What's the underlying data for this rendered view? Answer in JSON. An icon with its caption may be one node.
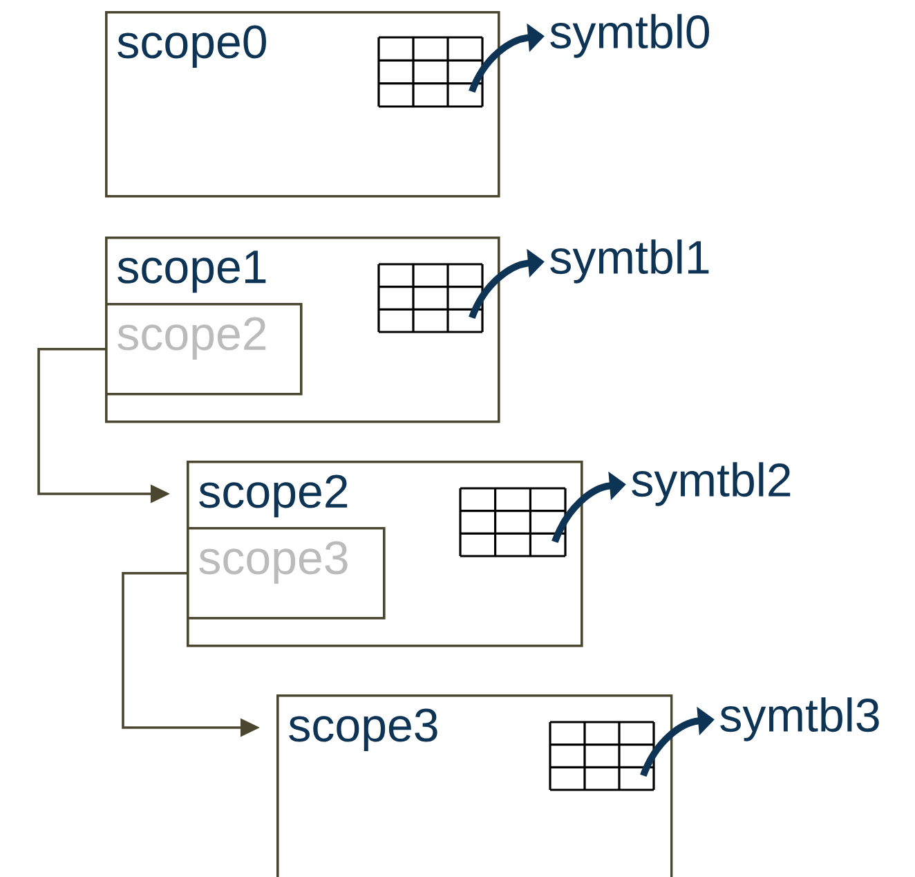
{
  "diagram": {
    "nodes": [
      {
        "text": [
          "scope0"
        ]
      },
      {
        "text": [],
        "shape": "table",
        "in": 0
      },
      {
        "text": [
          "symtbl0"
        ]
      },
      {
        "text": [
          "scope1"
        ]
      },
      {
        "text": [],
        "shape": "table",
        "in": 3
      },
      {
        "text": [
          "scope2"
        ],
        "in": 3
      },
      {
        "text": [
          "symtbl1"
        ]
      },
      {
        "text": [
          "scope2"
        ]
      },
      {
        "text": [],
        "shape": "table",
        "in": 7
      },
      {
        "text": [
          "scope3"
        ],
        "in": 7
      },
      {
        "text": [
          "symtbl2"
        ]
      },
      {
        "text": [
          "scope3"
        ]
      },
      {
        "text": [],
        "shape": "table",
        "in": 11
      },
      {
        "text": [
          "symtbl3"
        ]
      }
    ],
    "edges": [
      {
        "from": 1,
        "to": 2,
        "arrow": "to"
      },
      {
        "from": 4,
        "to": 6,
        "arrow": "to"
      },
      {
        "from": 5,
        "to": 7,
        "arrow": "to",
        "color": "#4a4630"
      },
      {
        "from": 8,
        "to": 10,
        "arrow": "to"
      },
      {
        "from": 9,
        "to": 11,
        "arrow": "to",
        "color": "#4a4630"
      },
      {
        "from": 12,
        "to": 13,
        "arrow": "to"
      }
    ]
  }
}
